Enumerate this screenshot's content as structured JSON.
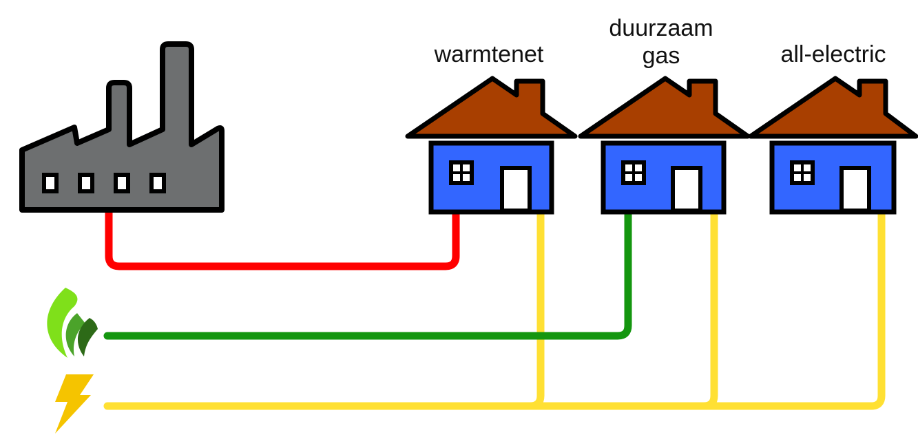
{
  "labels": {
    "heat_network": "warmtenet",
    "sustainable_gas_line1": "duurzaam",
    "sustainable_gas_line2": "gas",
    "all_electric": "all-electric"
  },
  "colors": {
    "heat_pipe": "#ff0000",
    "gas_pipe": "#14960f",
    "electric_cable": "#ffe033",
    "house_wall": "#3366ff",
    "house_roof": "#a83f00",
    "factory": "#6d6f70",
    "outline": "#000000",
    "flame_light": "#7fe01a",
    "flame_dark": "#2d6a17",
    "lightning": "#f5c400"
  },
  "icons": {
    "factory": "factory-icon",
    "flame": "green-flame-icon",
    "lightning": "lightning-bolt-icon",
    "house": "house-icon"
  }
}
